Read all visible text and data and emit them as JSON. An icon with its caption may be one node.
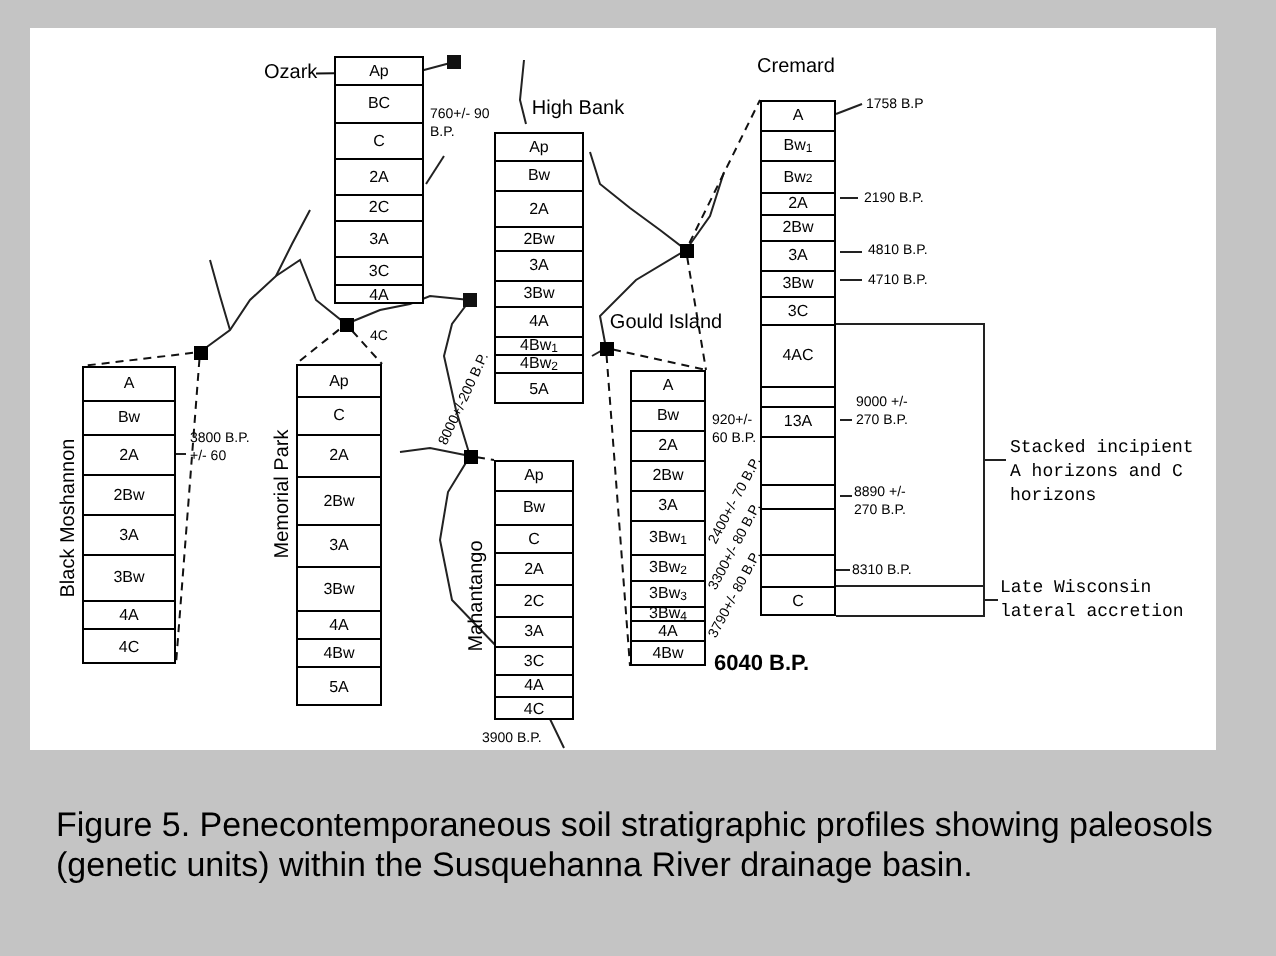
{
  "diagram": {
    "caption": "Figure 5. Penecontemporaneous soil stratigraphic profiles showing paleosols (genetic units) within the Susquehanna River drainage basin.",
    "nodes": [
      {
        "text": [
          "Ozark"
        ]
      },
      {
        "text": [],
        "shape": "box",
        "beside": [
          "760+/- 90 B.P.",
          "4C"
        ]
      },
      {
        "text": [
          "Ap"
        ],
        "in": 1
      },
      {
        "text": [
          "BC"
        ],
        "in": 1
      },
      {
        "text": [
          "C"
        ],
        "in": 1
      },
      {
        "text": [
          "2A"
        ],
        "in": 1
      },
      {
        "text": [
          "2C"
        ],
        "in": 1
      },
      {
        "text": [
          "3A"
        ],
        "in": 1
      },
      {
        "text": [
          "3C"
        ],
        "in": 1
      },
      {
        "text": [
          "4A"
        ],
        "in": 1
      },
      {
        "text": [
          "High Bank"
        ]
      },
      {
        "text": [
          "Ap"
        ],
        "in": 10
      },
      {
        "text": [
          "Bw"
        ],
        "in": 10
      },
      {
        "text": [
          "2A"
        ],
        "in": 10
      },
      {
        "text": [
          "2Bw"
        ],
        "in": 10
      },
      {
        "text": [
          "3A"
        ],
        "in": 10
      },
      {
        "text": [
          "3Bw"
        ],
        "in": 10
      },
      {
        "text": [
          "4A"
        ],
        "in": 10
      },
      {
        "text": [
          "4Bw$_{1}$"
        ],
        "in": 10
      },
      {
        "text": [
          "4Bw$_{2}$"
        ],
        "in": 10
      },
      {
        "text": [
          "5A"
        ],
        "in": 10
      },
      {
        "text": [
          "Cremard"
        ],
        "beside": [
          "1758 B.P",
          "2190 B.P.",
          "4810 B.P.",
          "4710 B.P.",
          "9000 +/- 270 B.P.",
          "8890 +/- 270 B.P.",
          "8310 B.P."
        ]
      },
      {
        "text": [
          "A"
        ],
        "in": 21
      },
      {
        "text": [
          "Bw$_{1}$"
        ],
        "in": 21
      },
      {
        "text": [
          "Bw$_{2}$"
        ],
        "in": 21
      },
      {
        "text": [
          "2A"
        ],
        "in": 21
      },
      {
        "text": [
          "2Bw"
        ],
        "in": 21
      },
      {
        "text": [
          "3A"
        ],
        "in": 21
      },
      {
        "text": [
          "3Bw"
        ],
        "in": 21
      },
      {
        "text": [
          "3C"
        ],
        "in": 21
      },
      {
        "text": [
          "4AC"
        ],
        "in": 21
      },
      {
        "text": [],
        "shape": "box",
        "in": 21
      },
      {
        "text": [
          "13A"
        ],
        "in": 21
      },
      {
        "text": [],
        "shape": "box",
        "in": 21
      },
      {
        "text": [],
        "shape": "box",
        "in": 21
      },
      {
        "text": [],
        "shape": "box",
        "in": 21
      },
      {
        "text": [],
        "shape": "box",
        "in": 21
      },
      {
        "text": [
          "C"
        ],
        "in": 21
      },
      {
        "text": [
          "Gould Island"
        ],
        "beside": [
          "920+/- 60 B.P.",
          "2400+/- 70 B.P.",
          "3300+/- 80 B.P.",
          "3790+/- 80 B.P.",
          "6040 B.P."
        ]
      },
      {
        "text": [
          "A"
        ],
        "in": 38
      },
      {
        "text": [
          "Bw"
        ],
        "in": 38
      },
      {
        "text": [
          "2A"
        ],
        "in": 38
      },
      {
        "text": [
          "2Bw"
        ],
        "in": 38
      },
      {
        "text": [
          "3A"
        ],
        "in": 38
      },
      {
        "text": [
          "3Bw$_{1}$"
        ],
        "in": 38
      },
      {
        "text": [
          "3Bw$_{2}$"
        ],
        "in": 38
      },
      {
        "text": [
          "3Bw$_{3}$"
        ],
        "in": 38
      },
      {
        "text": [
          "3Bw$_{4}$"
        ],
        "in": 38
      },
      {
        "text": [
          "4A"
        ],
        "in": 38
      },
      {
        "text": [
          "4Bw"
        ],
        "in": 38
      },
      {
        "text": [
          "Black Moshannon"
        ],
        "beside": [
          "3800 B.P. +/- 60"
        ]
      },
      {
        "text": [
          "A"
        ],
        "in": 50
      },
      {
        "text": [
          "Bw"
        ],
        "in": 50
      },
      {
        "text": [
          "2A"
        ],
        "in": 50
      },
      {
        "text": [
          "2Bw"
        ],
        "in": 50
      },
      {
        "text": [
          "3A"
        ],
        "in": 50
      },
      {
        "text": [
          "3Bw"
        ],
        "in": 50
      },
      {
        "text": [
          "4A"
        ],
        "in": 50
      },
      {
        "text": [
          "4C"
        ],
        "in": 50
      },
      {
        "text": [
          "Memorial Park"
        ]
      },
      {
        "text": [
          "Ap"
        ],
        "in": 59
      },
      {
        "text": [
          "C"
        ],
        "in": 59
      },
      {
        "text": [
          "2A"
        ],
        "in": 59
      },
      {
        "text": [
          "2Bw"
        ],
        "in": 59
      },
      {
        "text": [
          "3A"
        ],
        "in": 59
      },
      {
        "text": [
          "3Bw"
        ],
        "in": 59
      },
      {
        "text": [
          "4A"
        ],
        "in": 59
      },
      {
        "text": [
          "4Bw"
        ],
        "in": 59
      },
      {
        "text": [
          "5A"
        ],
        "in": 59
      },
      {
        "text": [
          "Mahantango"
        ],
        "beside": [
          "3900 B.P."
        ]
      },
      {
        "text": [
          "Ap"
        ],
        "in": 69
      },
      {
        "text": [
          "Bw"
        ],
        "in": 69
      },
      {
        "text": [
          "C"
        ],
        "in": 69
      },
      {
        "text": [
          "2A"
        ],
        "in": 69
      },
      {
        "text": [
          "2C"
        ],
        "in": 69
      },
      {
        "text": [
          "3A"
        ],
        "in": 69
      },
      {
        "text": [
          "3C"
        ],
        "in": 69
      },
      {
        "text": [
          "4A"
        ],
        "in": 69
      },
      {
        "text": [
          "4C"
        ],
        "in": 69
      },
      {
        "text": [],
        "shape": "box"
      },
      {
        "text": [],
        "shape": "box"
      },
      {
        "text": [],
        "shape": "box"
      },
      {
        "text": [],
        "shape": "box"
      },
      {
        "text": [],
        "shape": "box"
      }
    ],
    "edges": [
      {
        "from": 0,
        "to": 1,
        "arrow": "none"
      },
      {
        "from": 79,
        "to": 50,
        "arrow": "none",
        "style": "dashed"
      },
      {
        "from": 79,
        "to": 50,
        "arrow": "none",
        "style": "dashed"
      },
      {
        "from": 80,
        "to": 59,
        "arrow": "none",
        "style": "dashed"
      },
      {
        "from": 80,
        "to": 59,
        "arrow": "none",
        "style": "dashed"
      },
      {
        "from": 81,
        "to": 69,
        "arrow": "none",
        "style": "dashed"
      },
      {
        "from": 82,
        "to": 38,
        "arrow": "none",
        "style": "dashed"
      },
      {
        "from": 82,
        "to": 38,
        "arrow": "none",
        "style": "dashed"
      },
      {
        "from": 83,
        "to": 21,
        "arrow": "none",
        "style": "dashed"
      },
      {
        "from": 83,
        "to": 38,
        "arrow": "none",
        "style": "dashed"
      }
    ],
    "labels": [
      "8000+/-200 B.P.",
      "Stacked incipient A horizons and C horizons",
      "Late Wisconsin lateral accretion"
    ]
  }
}
